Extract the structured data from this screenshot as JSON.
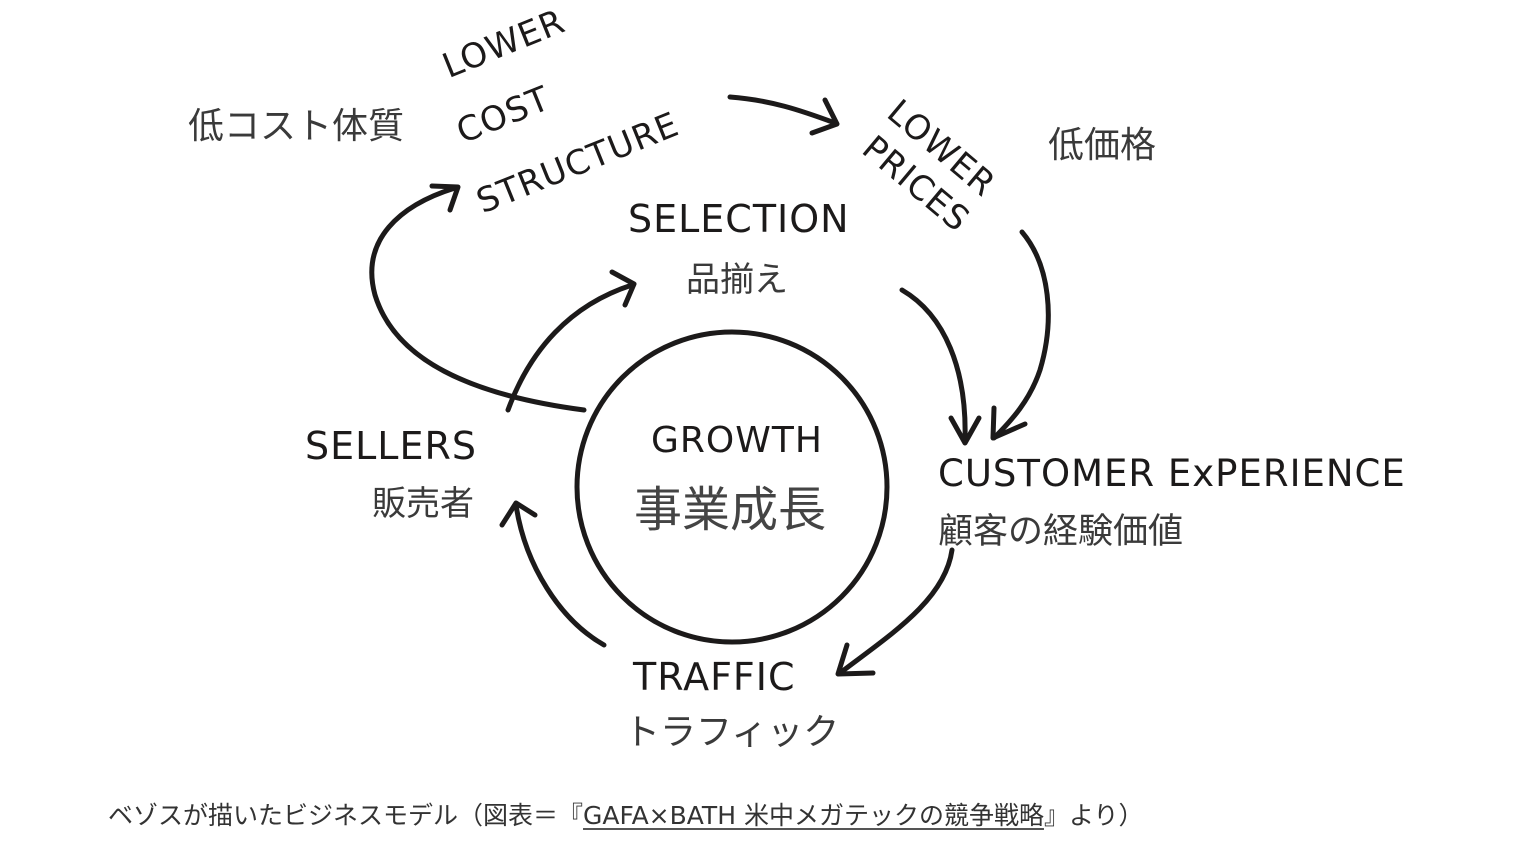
{
  "diagram": {
    "center": {
      "en": "GROWTH",
      "jp": "事業成長"
    },
    "nodes": {
      "selection": {
        "en": "SELECTION",
        "jp": "品揃え"
      },
      "customer_experience": {
        "en": "CUSTOMER ExPERIENCE",
        "jp": "顧客の経験価値"
      },
      "traffic": {
        "en": "TRAFFIC",
        "jp": "トラフィック"
      },
      "sellers": {
        "en": "SELLERS",
        "jp": "販売者"
      },
      "lower_cost_structure": {
        "en_lines": [
          "LOWER",
          "COST",
          "STRUCTURE"
        ],
        "jp": "低コスト体質"
      },
      "lower_prices": {
        "en_lines": [
          "LOWER",
          "PRICES"
        ],
        "jp": "低価格"
      }
    },
    "arrows": [
      {
        "from": "sellers",
        "to": "selection"
      },
      {
        "from": "selection",
        "to": "customer_experience"
      },
      {
        "from": "customer_experience",
        "to": "traffic"
      },
      {
        "from": "traffic",
        "to": "sellers"
      },
      {
        "from": "growth",
        "to": "lower_cost_structure"
      },
      {
        "from": "lower_cost_structure",
        "to": "lower_prices"
      },
      {
        "from": "lower_prices",
        "to": "customer_experience"
      }
    ]
  },
  "caption": {
    "prefix": "ベゾスが描いたビジネスモデル（図表＝『",
    "book_title": "GAFA×BATH 米中メガテックの競争戦略",
    "suffix": "』より）"
  }
}
